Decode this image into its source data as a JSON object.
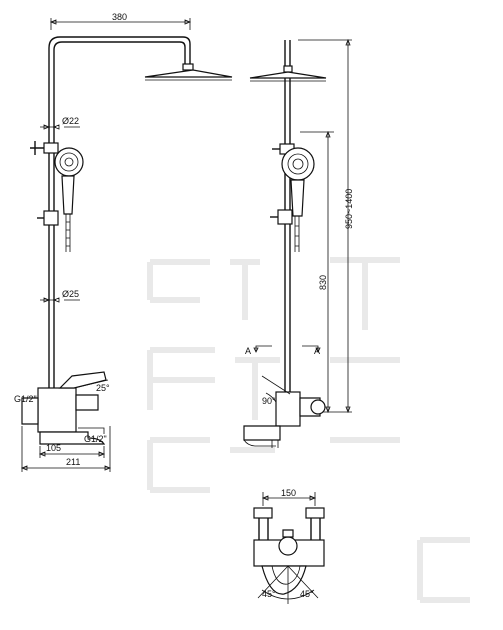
{
  "title": "",
  "dimensions": {
    "width_top": "380",
    "pipe_dia_upper": "Ø22",
    "pipe_dia_lower": "Ø25",
    "inlet_thread_left": "G1/2\"",
    "angle_lever": "25°",
    "outlet_thread": "G1/2\"",
    "spout_offset": "105",
    "total_depth": "211",
    "height_range": "950~1400",
    "height_fixed": "830",
    "section_mark": "A",
    "angle_side": "90°",
    "inlet_spacing": "150",
    "angle_left": "45°",
    "angle_right": "45°"
  },
  "colors": {
    "line": "#111111",
    "background": "#ffffff",
    "watermark": "#e9e9e9"
  }
}
